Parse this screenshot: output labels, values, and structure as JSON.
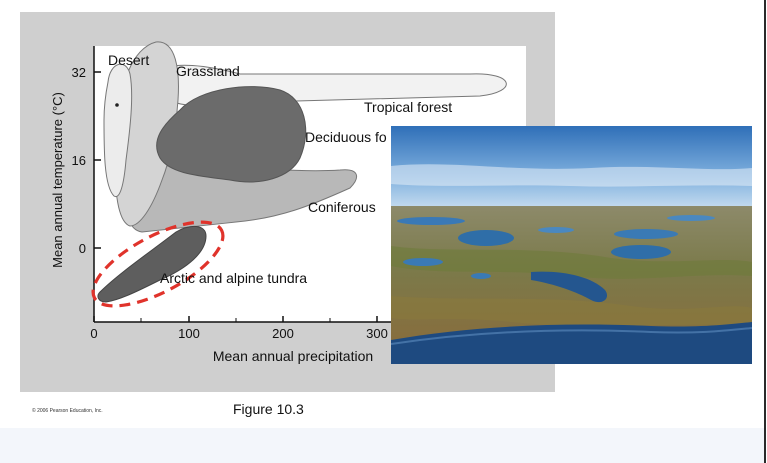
{
  "diagram": {
    "y_axis_label": "Mean annual temperature (°C)",
    "x_axis_label": "Mean annual precipitation",
    "y_ticks": [
      "32",
      "16",
      "0"
    ],
    "x_ticks": [
      "0",
      "100",
      "200",
      "300"
    ],
    "biomes": {
      "desert": "Desert",
      "grassland": "Grassland",
      "tropical_forest": "Tropical forest",
      "deciduous_forest": "Deciduous fo",
      "coniferous_forest": "Coniferous",
      "tundra": "Arctic and alpine tundra"
    },
    "highlight_color": "#e0332b"
  },
  "caption": "Figure 10.3",
  "copyright": "© 2006 Pearson Education, Inc.",
  "photo": {
    "subject": "aerial tundra landscape with lakes and river"
  }
}
